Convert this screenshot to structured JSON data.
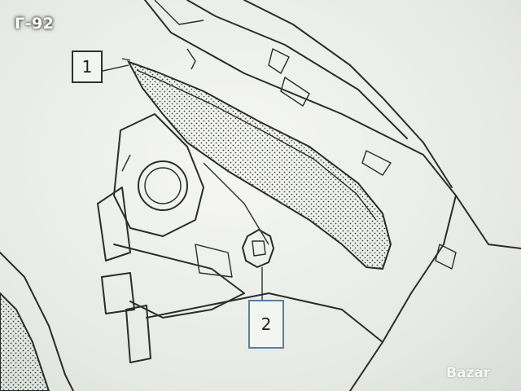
{
  "listing": {
    "code": "Г-92"
  },
  "callouts": [
    {
      "id": "1",
      "label": "1"
    },
    {
      "id": "2",
      "label": "2"
    }
  ],
  "watermark": {
    "text": "Bazar"
  },
  "colors": {
    "line": "#2b2d2c",
    "callout_2_border": "#5a7e9c",
    "background": "#e9ece8"
  }
}
